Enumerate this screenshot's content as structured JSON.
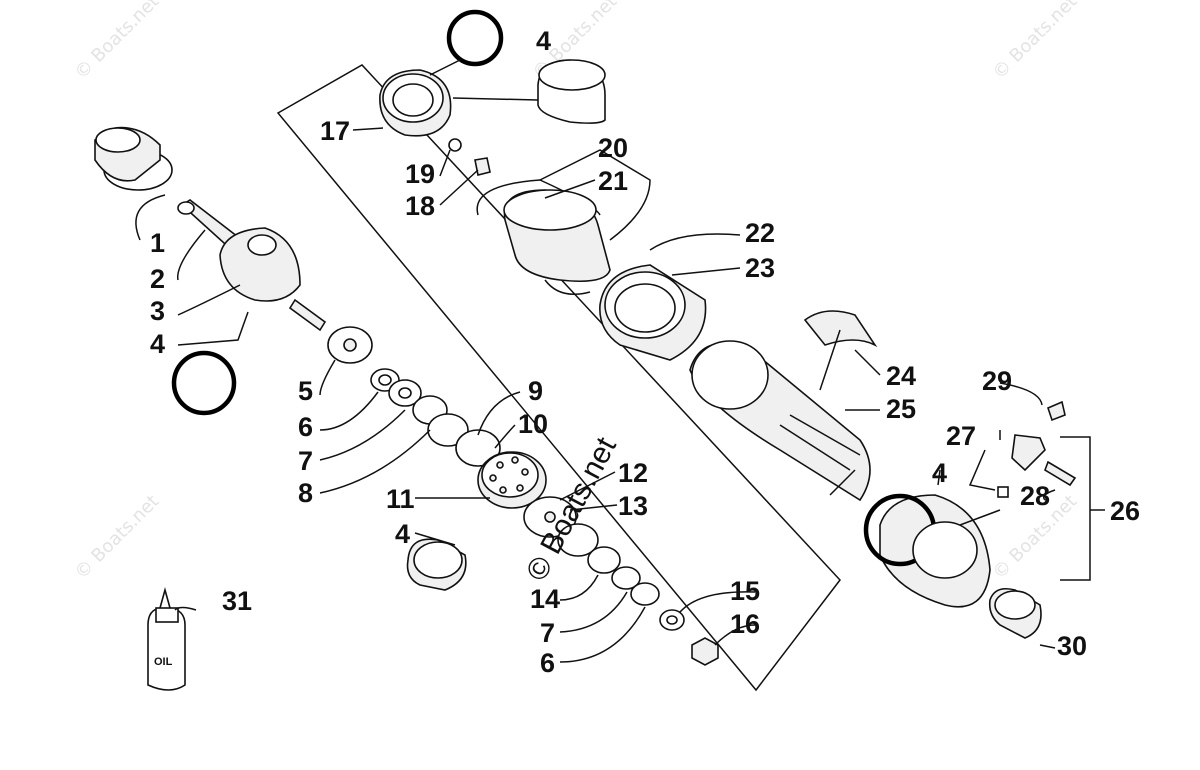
{
  "watermarks": {
    "corner": "© Boats.net",
    "center": "© Boats.net"
  },
  "callouts": {
    "c1": "1",
    "c2": "2",
    "c3": "3",
    "c4a": "4",
    "c4b": "4",
    "c4c": "4",
    "c4d": "4",
    "c5": "5",
    "c6a": "6",
    "c6b": "6",
    "c7a": "7",
    "c7b": "7",
    "c8": "8",
    "c9": "9",
    "c10": "10",
    "c11": "11",
    "c12": "12",
    "c13": "13",
    "c14": "14",
    "c15": "15",
    "c16": "16",
    "c17": "17",
    "c18": "18",
    "c19": "19",
    "c20": "20",
    "c21": "21",
    "c22": "22",
    "c23": "23",
    "c24": "24",
    "c25": "25",
    "c26": "26",
    "c27": "27",
    "c28": "28",
    "c29": "29",
    "c30": "30",
    "c31": "31"
  },
  "oil_bottle_label": "OIL"
}
